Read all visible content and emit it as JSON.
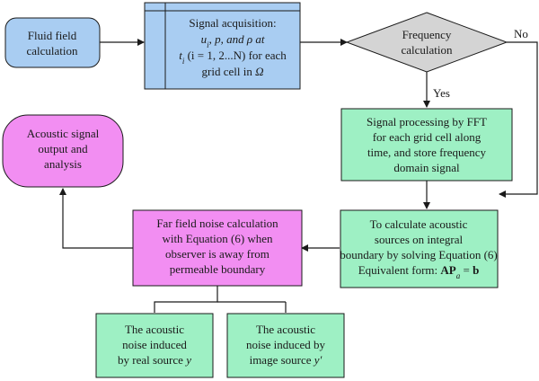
{
  "nodes": {
    "fluid_field": {
      "lines": [
        "Fluid field",
        "calculation"
      ],
      "color": "#a9cdf2"
    },
    "signal_acq": {
      "line1": "Signal acquisition:",
      "line2_pre": "u",
      "line2_sub": "i",
      "line2_post": ", p, and ρ at",
      "line3_pre": "t",
      "line3_sub": "i",
      "line3_post": " (i = 1, 2...N) for each",
      "line4_pre": "grid cell in ",
      "line4_var": "Ω",
      "color": "#a9cdf2"
    },
    "frequency": {
      "lines": [
        "Frequency",
        "calculation"
      ],
      "color": "#d4d4d4"
    },
    "fft": {
      "lines": [
        "Signal processing by FFT",
        "for each grid cell along",
        "time, and store frequency",
        "domain signal"
      ],
      "color": "#9ef0c4"
    },
    "acoustic_sources": {
      "lines": [
        "To calculate acoustic",
        "sources on integral",
        "boundary by solving Equation (6)"
      ],
      "eq_prefix": "Equivalent form: ",
      "eq_bold": "AP",
      "eq_sub": "a",
      "eq_mid": " = ",
      "eq_rhs": "b",
      "color": "#9ef0c4"
    },
    "far_field": {
      "lines": [
        "Far field noise calculation",
        "with Equation (6) when",
        "observer is away from",
        "permeable boundary"
      ],
      "color": "#f28ef2"
    },
    "output": {
      "lines": [
        "Acoustic signal",
        "output and",
        "analysis"
      ],
      "color": "#f28ef2"
    },
    "real_source": {
      "lines": [
        "The acoustic",
        "noise induced"
      ],
      "last_pre": "by real source ",
      "last_var": "y",
      "color": "#9ef0c4"
    },
    "image_source": {
      "lines": [
        "The acoustic",
        "noise induced by"
      ],
      "last_pre": "image source ",
      "last_var": "y′",
      "color": "#9ef0c4"
    }
  },
  "edge_labels": {
    "yes": "Yes",
    "no": "No"
  }
}
